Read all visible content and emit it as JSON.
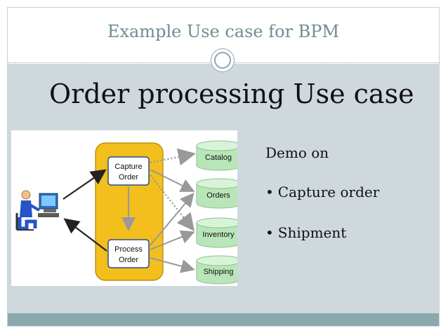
{
  "header": {
    "title": "Example Use case for BPM"
  },
  "main": {
    "heading": "Order processing Use case",
    "demo_intro": "Demo on",
    "bullets": [
      {
        "label": "Capture order"
      },
      {
        "label": "Shipment"
      }
    ]
  },
  "diagram": {
    "process_boxes": [
      {
        "line1": "Capture",
        "line2": "Order"
      },
      {
        "line1": "Process",
        "line2": "Order"
      }
    ],
    "databases": [
      {
        "label": "Catalog"
      },
      {
        "label": "Orders"
      },
      {
        "label": "Inventory"
      },
      {
        "label": "Shipping"
      }
    ]
  },
  "colors": {
    "title": "#6d8d93",
    "content_band": "#cfd8dc",
    "bottom_bar": "#8aa9ad",
    "process_container": "#f3bf1d",
    "database": "#b9e6b9"
  }
}
